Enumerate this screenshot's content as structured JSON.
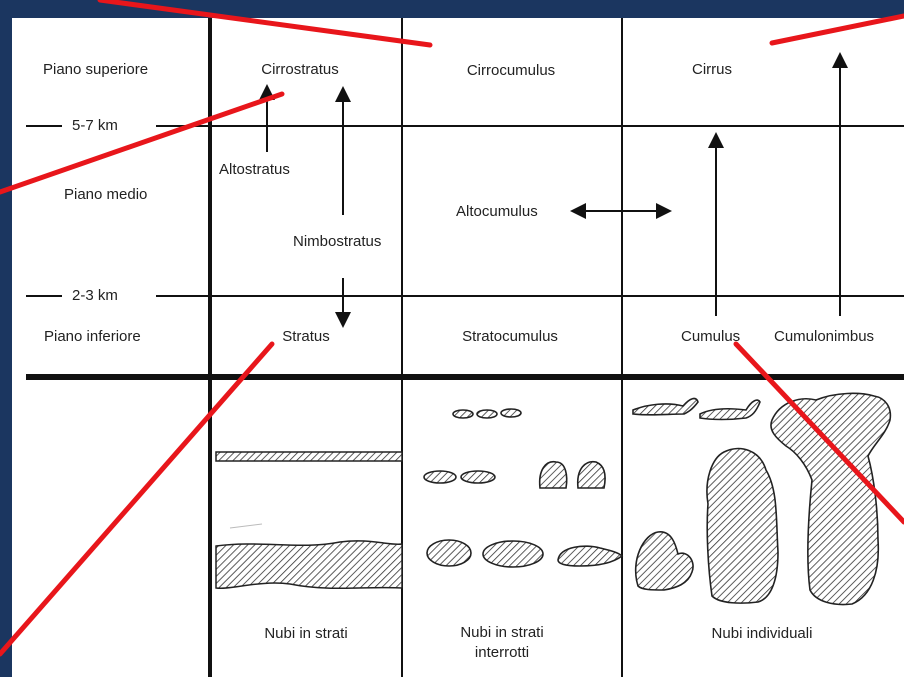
{
  "levels": {
    "upper": "Piano superiore",
    "middle": "Piano medio",
    "lower": "Piano inferiore",
    "alt_high": "5-7 km",
    "alt_low": "2-3 km"
  },
  "clouds": {
    "cirrostratus": "Cirrostratus",
    "cirrocumulus": "Cirrocumulus",
    "cirrus": "Cirrus",
    "altostratus": "Altostratus",
    "altocumulus": "Altocumulus",
    "nimbostratus": "Nimbostratus",
    "stratus": "Stratus",
    "stratocumulus": "Stratocumulus",
    "cumulus": "Cumulus",
    "cumulonimbus": "Cumulonimbus"
  },
  "categories": {
    "layered": "Nubi in strati",
    "broken": "Nubi in strati interrotti",
    "individual": "Nubi individuali"
  },
  "colors": {
    "background": "#1b3660",
    "pointer": "#e8161b",
    "ink": "#111111"
  }
}
